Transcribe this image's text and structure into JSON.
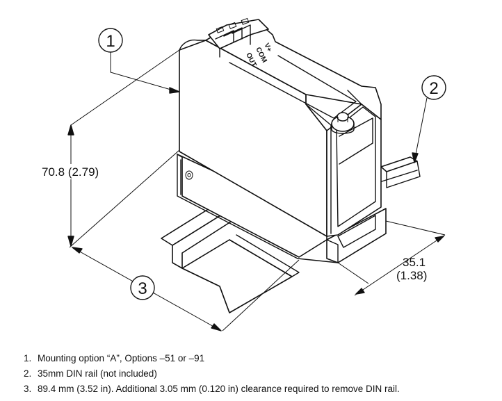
{
  "callouts": [
    "1",
    "2",
    "3"
  ],
  "terminals": [
    "V+",
    "COM",
    "OUT"
  ],
  "dimensions": {
    "height": "70.8 (2.79)",
    "depth_mm": "35.1",
    "depth_in": "(1.38)"
  },
  "notes": [
    {
      "num": "1.",
      "text": "Mounting option “A”, Options –51 or –91"
    },
    {
      "num": "2.",
      "text": "35mm DIN rail (not included)"
    },
    {
      "num": "3.",
      "text": "89.4 mm (3.52 in).  Additional 3.05 mm (0.120 in) clearance required to remove DIN rail."
    }
  ]
}
